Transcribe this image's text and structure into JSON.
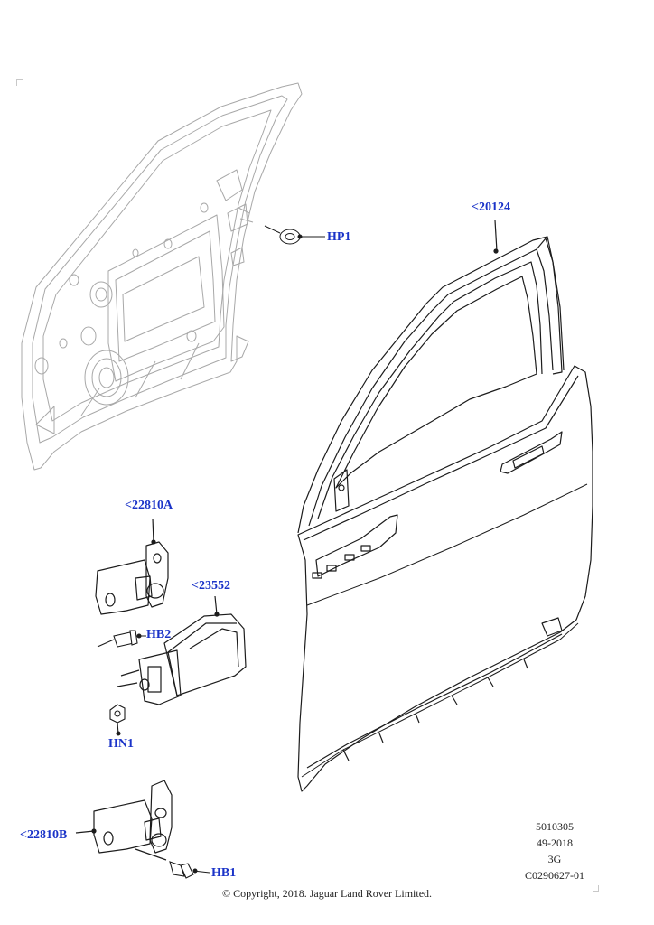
{
  "callouts": {
    "hp1": "HP1",
    "door_shell": "<20124",
    "hinge_upper": "<22810A",
    "check_strap": "<23552",
    "hb2": "HB2",
    "hn1": "HN1",
    "hinge_lower": "<22810B",
    "hb1": "HB1"
  },
  "reference": {
    "line1": "5010305",
    "line2": "49-2018",
    "line3": "3G",
    "line4": "C0290627-01"
  },
  "copyright": "© Copyright, 2018. Jaguar Land Rover Limited.",
  "colors": {
    "callout_text": "#1a33c8",
    "ghost_part": "#a8a8a8",
    "part_outline": "#1c1c1c"
  }
}
